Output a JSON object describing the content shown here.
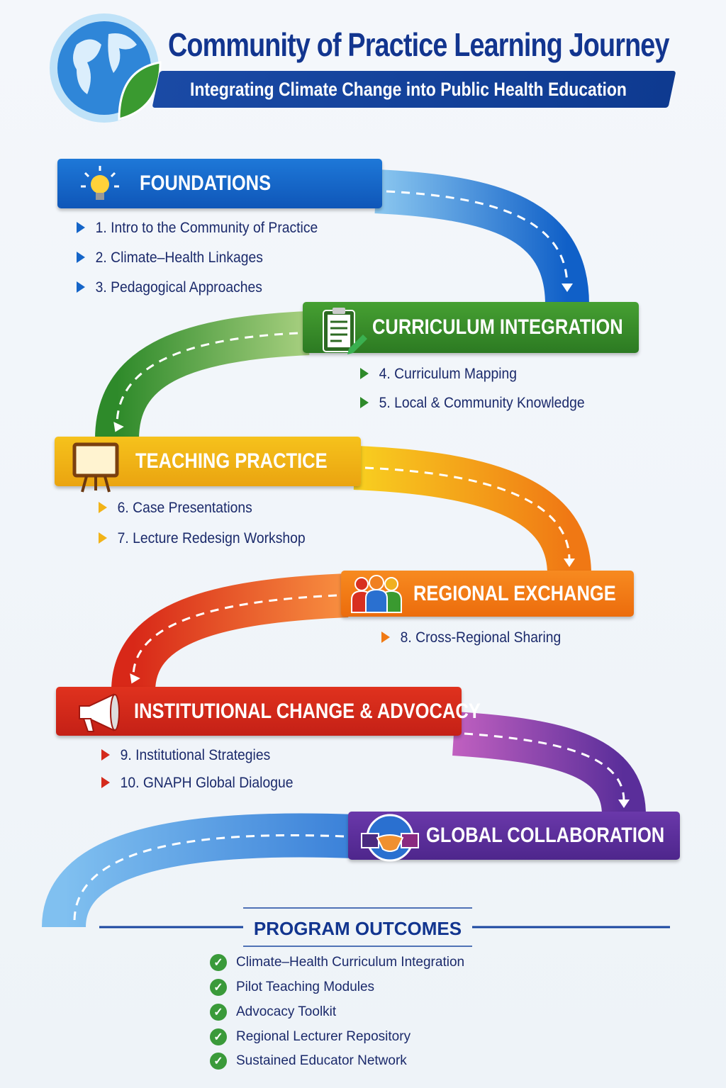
{
  "header": {
    "title": "Community of Practice Learning Journey",
    "subtitle": "Integrating Climate Change into Public Health Education"
  },
  "stages": [
    {
      "title": "FOUNDATIONS",
      "icon": "lightbulb-icon",
      "color": "#1565c8",
      "items": [
        "1. Intro to the Community of Practice",
        "2. Climate–Health Linkages",
        "3. Pedagogical Approaches"
      ]
    },
    {
      "title": "CURRICULUM INTEGRATION",
      "icon": "clipboard-icon",
      "color": "#3a8a2a",
      "items": [
        "4. Curriculum Mapping",
        "5. Local & Community Knowledge"
      ]
    },
    {
      "title": "TEACHING PRACTICE",
      "icon": "easel-board-icon",
      "color": "#f2b318",
      "items": [
        "6. Case Presentations",
        "7. Lecture Redesign Workshop"
      ]
    },
    {
      "title": "REGIONAL EXCHANGE",
      "icon": "people-group-icon",
      "color": "#f07a14",
      "items": [
        "8. Cross-Regional Sharing"
      ]
    },
    {
      "title": "INSTITUTIONAL CHANGE & ADVOCACY",
      "icon": "megaphone-icon",
      "color": "#d42a1c",
      "items": [
        "9. Institutional Strategies",
        "10. GNAPH Global Dialogue"
      ]
    },
    {
      "title": "GLOBAL COLLABORATION",
      "icon": "globe-handshake-icon",
      "color": "#5a2e9a",
      "items": []
    }
  ],
  "outcomes": {
    "title": "PROGRAM OUTCOMES",
    "items": [
      "Climate–Health Curriculum Integration",
      "Pilot Teaching Modules",
      "Advocacy Toolkit",
      "Regional Lecturer Repository",
      "Sustained Educator Network"
    ]
  }
}
